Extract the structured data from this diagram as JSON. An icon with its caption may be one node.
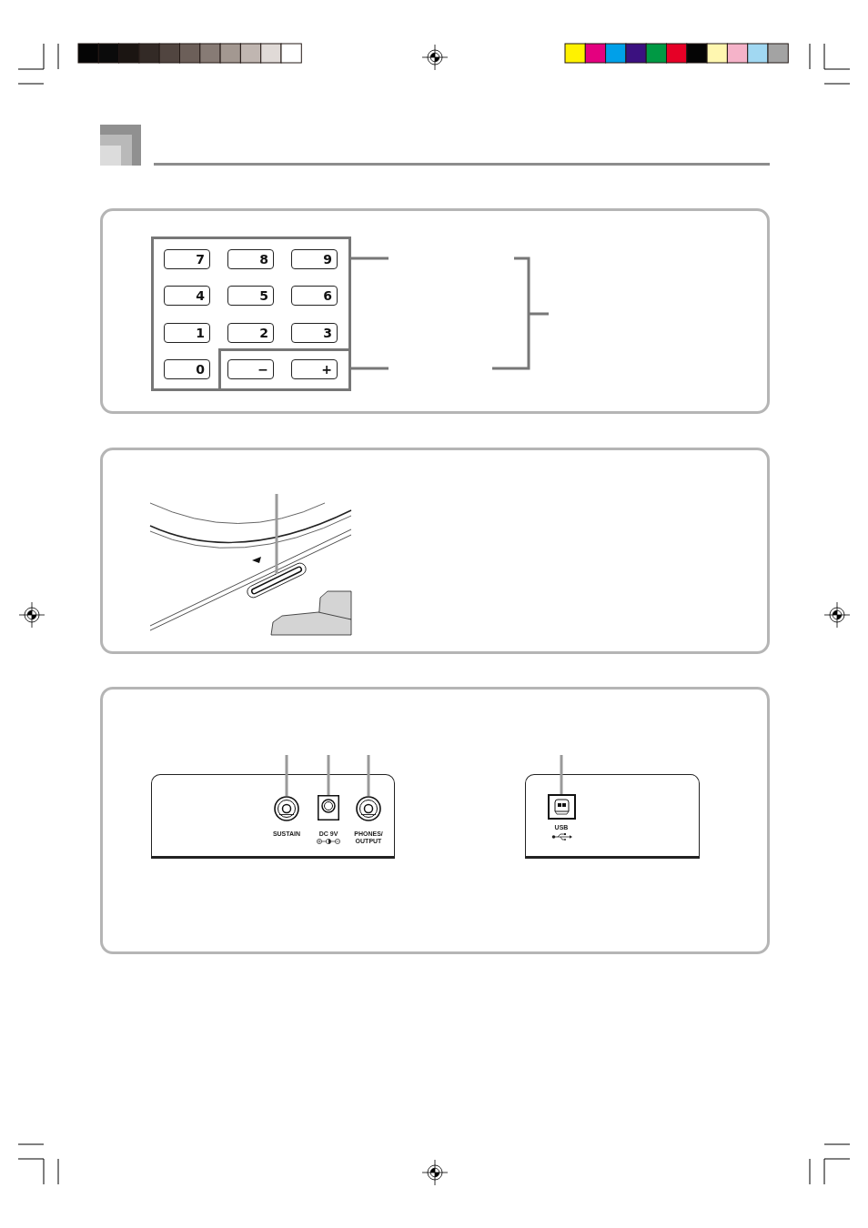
{
  "diagram": {
    "nodes": [
      {
        "text": [],
        "shape": "box"
      },
      {
        "text": [],
        "shape": "box",
        "in": 0
      },
      {
        "text": [
          "7"
        ],
        "in": 1
      },
      {
        "text": [
          "8"
        ],
        "in": 1
      },
      {
        "text": [
          "9"
        ],
        "in": 1
      },
      {
        "text": [
          "4"
        ],
        "in": 1
      },
      {
        "text": [
          "5"
        ],
        "in": 1
      },
      {
        "text": [
          "6"
        ],
        "in": 1
      },
      {
        "text": [
          "1"
        ],
        "in": 1
      },
      {
        "text": [
          "2"
        ],
        "in": 1
      },
      {
        "text": [
          "3"
        ],
        "in": 1
      },
      {
        "text": [
          "0"
        ],
        "in": 1
      },
      {
        "text": [],
        "shape": "box",
        "in": 1
      },
      {
        "text": [
          "−"
        ],
        "in": 12
      },
      {
        "text": [
          "+"
        ],
        "in": 12
      },
      {
        "text": [],
        "shape": "box"
      },
      {
        "text": [],
        "shape": "slot",
        "in": 15
      },
      {
        "text": [],
        "shape": "box"
      },
      {
        "text": [],
        "shape": "box",
        "in": 17
      },
      {
        "text": [],
        "shape": "circle",
        "beside": [
          "SUSTAIN"
        ],
        "in": 18
      },
      {
        "text": [],
        "shape": "box",
        "beside": [
          "DC 9V"
        ],
        "in": 18
      },
      {
        "text": [],
        "shape": "circle",
        "beside": [
          "PHONES/ OUTPUT"
        ],
        "in": 18
      },
      {
        "text": [],
        "shape": "box",
        "in": 17
      },
      {
        "text": [],
        "shape": "box",
        "beside": [
          "USB"
        ],
        "in": 22
      }
    ],
    "edges": [
      {
        "from": null,
        "to": 1,
        "arrow": "none",
        "color": "#777777"
      },
      {
        "from": null,
        "to": 12,
        "arrow": "none",
        "color": "#777777"
      },
      {
        "from": null,
        "to": 16,
        "arrow": "none"
      },
      {
        "from": null,
        "to": 19,
        "arrow": "none"
      },
      {
        "from": null,
        "to": 20,
        "arrow": "none"
      },
      {
        "from": null,
        "to": 21,
        "arrow": "none"
      },
      {
        "from": null,
        "to": 23,
        "arrow": "none"
      }
    ]
  }
}
